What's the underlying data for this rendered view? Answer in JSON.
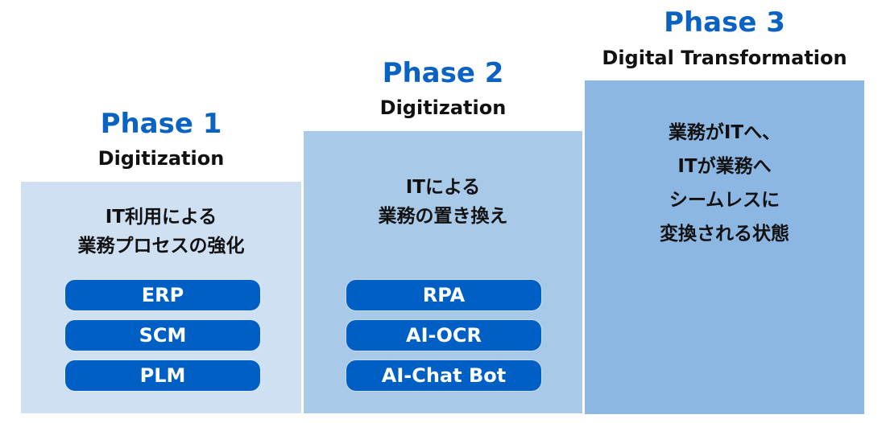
{
  "colors": {
    "phase_title": "#0a62c2",
    "phase1_panel": "#cfe0f3",
    "phase2_panel": "#a9c9e9",
    "phase3_panel": "#8db7e3",
    "pill": "#005fc4"
  },
  "phases": [
    {
      "title": "Phase 1",
      "subtitle": "Digitization",
      "description": "IT利用による\n業務プロセスの強化",
      "items": [
        "ERP",
        "SCM",
        "PLM"
      ]
    },
    {
      "title": "Phase 2",
      "subtitle": "Digitization",
      "description": "ITによる\n業務の置き換え",
      "items": [
        "RPA",
        "AI-OCR",
        "AI-Chat Bot"
      ]
    },
    {
      "title": "Phase 3",
      "subtitle": "Digital Transformation",
      "description": "業務がITへ、\nITが業務へ\nシームレスに\n変換される状態",
      "items": []
    }
  ]
}
